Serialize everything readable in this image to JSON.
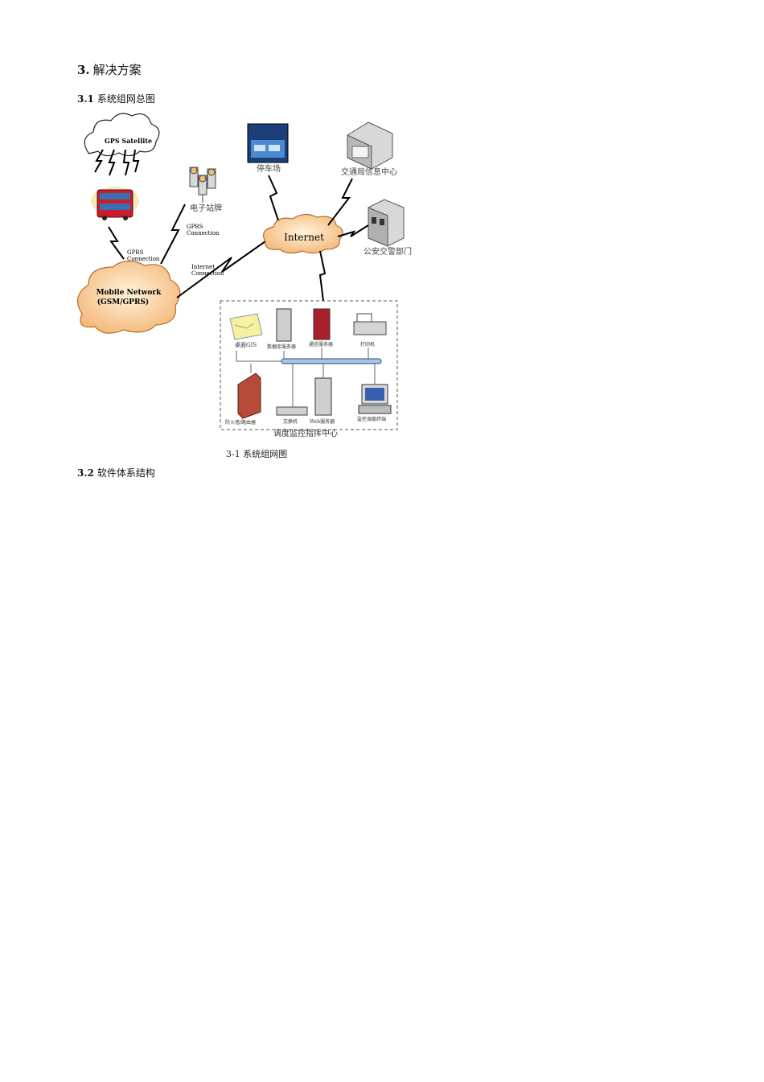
{
  "section": {
    "number": "3.",
    "title": "解决方案"
  },
  "sub1": {
    "number": "3.1",
    "title": "系统组网总图"
  },
  "sub2": {
    "number": "3.2",
    "title": "软件体系结构"
  },
  "figure": {
    "caption": "3-1 系统组网图",
    "labels": {
      "gps_satellite": "GPS Satellite",
      "mobile_network_line1": "Mobile Network",
      "mobile_network_line2": "(GSM/GPRS)",
      "internet": "Internet",
      "gprs_conn1_line1": "GPRS",
      "gprs_conn1_line2": "Connection",
      "gprs_conn2_line1": "GPRS",
      "gprs_conn2_line2": "Connection",
      "internet_conn_line1": "Internet",
      "internet_conn_line2": "Connection",
      "e_stop_sign": "电子站牌",
      "parking_lot": "停车场",
      "traffic_info_center": "交通局信息中心",
      "police_dept": "公安交警部门",
      "gis": "桌面GIS",
      "db_server": "数据库服务器",
      "comm_server": "通信服务器",
      "printer": "打印机",
      "firewall_router": "防火墙/路由器",
      "switch": "交换机",
      "web_server": "Web服务器",
      "monitor_terminal": "监控调度终端",
      "dispatch_center": "调度监控指挥中心"
    }
  }
}
